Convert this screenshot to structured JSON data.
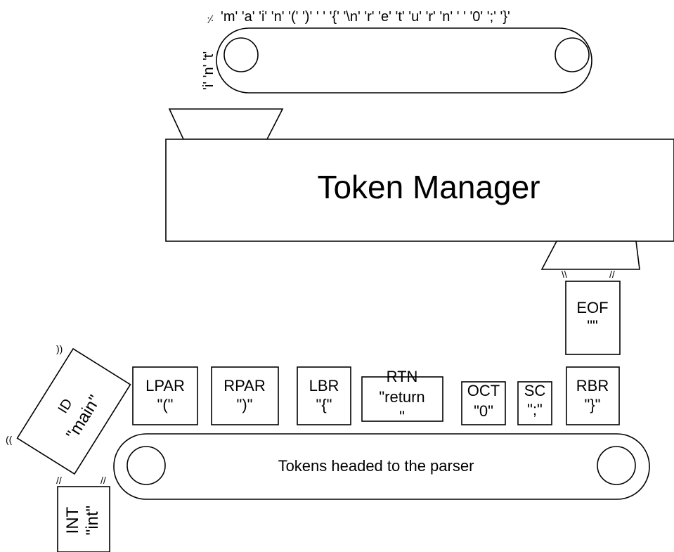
{
  "input_chars": "'m' 'a' 'i' 'n' '(' ')' ' ' '{' '\\n' 'r' 'e' 't' 'u' 'r' 'n' ' ' '0' ';' '}'",
  "input_chars_vertical": "'i' 'n' 't'",
  "manager_label": "Token Manager",
  "conveyor_label": "Tokens headed to the parser",
  "tokens": {
    "eof": {
      "type": "EOF",
      "text": "\"\""
    },
    "id": {
      "type": "ID",
      "text": "\"main\""
    },
    "int": {
      "type": "INT",
      "text": "\"int\""
    },
    "lpar": {
      "type": "LPAR",
      "text": "\"(\""
    },
    "rpar": {
      "type": "RPAR",
      "text": "\")\""
    },
    "lbr": {
      "type": "LBR",
      "text": "\"{\""
    },
    "rtn": {
      "type": "RTN",
      "text": "\"return",
      "text_cont": "\""
    },
    "oct": {
      "type": "OCT",
      "text": "\"0\""
    },
    "sc": {
      "type": "SC",
      "text": "\";\""
    },
    "rbr": {
      "type": "RBR",
      "text": "\"}\""
    }
  }
}
